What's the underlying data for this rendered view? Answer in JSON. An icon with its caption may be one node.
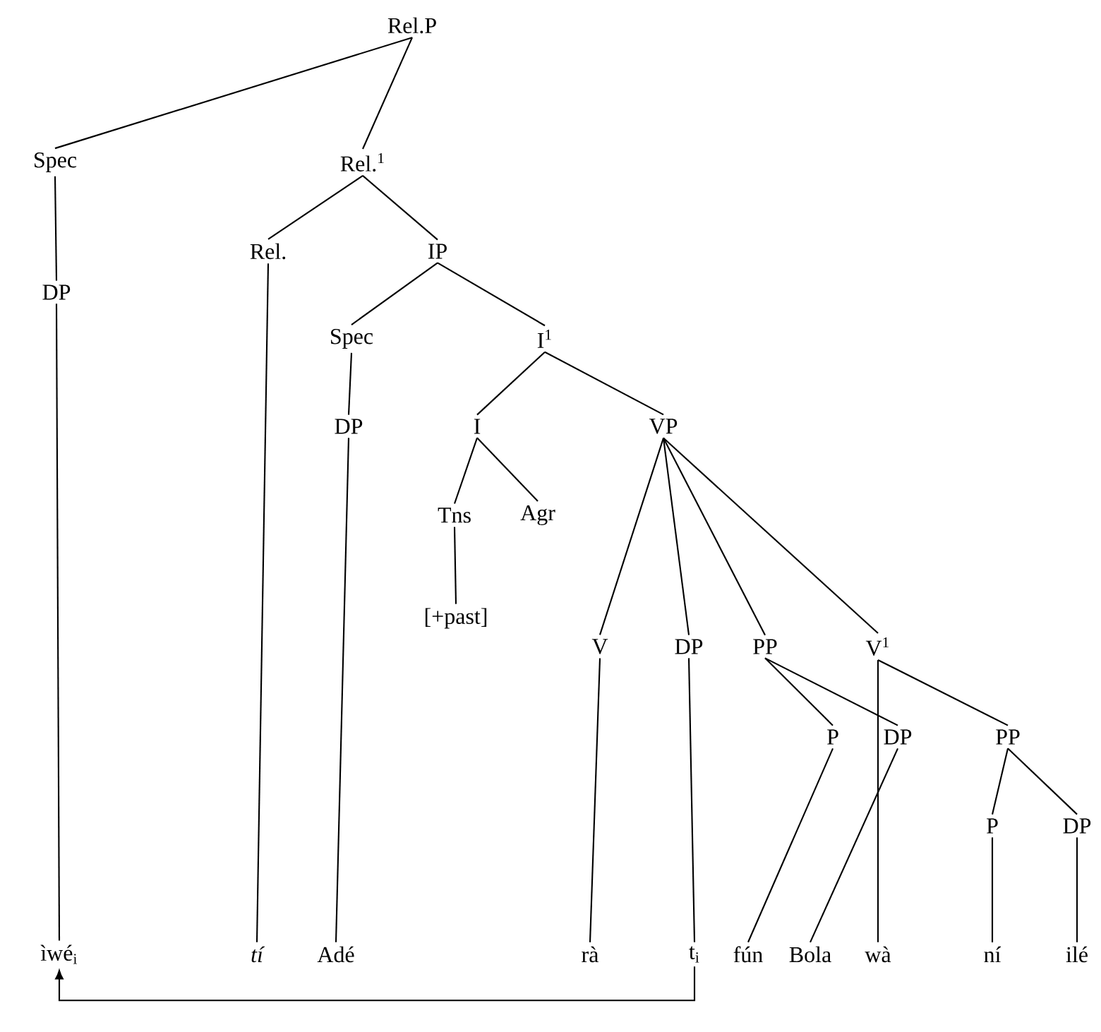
{
  "diagram": {
    "nodes": [
      {
        "text": [
          "Rel.P"
        ]
      },
      {
        "text": [
          "Spec"
        ]
      },
      {
        "text": [
          "Rel.$^{1}$"
        ]
      },
      {
        "text": [
          "Rel."
        ]
      },
      {
        "text": [
          "IP"
        ]
      },
      {
        "text": [
          "DP"
        ]
      },
      {
        "text": [
          "Spec"
        ]
      },
      {
        "text": [
          "I$^{1}$"
        ]
      },
      {
        "text": [
          "DP"
        ]
      },
      {
        "text": [
          "I"
        ]
      },
      {
        "text": [
          "VP"
        ]
      },
      {
        "text": [
          "Tns"
        ]
      },
      {
        "text": [
          "Agr"
        ]
      },
      {
        "text": [
          "V"
        ]
      },
      {
        "text": [
          "DP"
        ]
      },
      {
        "text": [
          "PP"
        ]
      },
      {
        "text": [
          "V$^{1}$"
        ]
      },
      {
        "text": [
          "[+past]"
        ]
      },
      {
        "text": [
          "P"
        ]
      },
      {
        "text": [
          "DP"
        ]
      },
      {
        "text": [
          "PP"
        ]
      },
      {
        "text": [
          "P"
        ]
      },
      {
        "text": [
          "DP"
        ]
      },
      {
        "text": [
          "ìwé$_{i}$"
        ]
      },
      {
        "text": [
          "tí"
        ]
      },
      {
        "text": [
          "Adé"
        ]
      },
      {
        "text": [
          "rà"
        ]
      },
      {
        "text": [
          "t$_{i}$"
        ]
      },
      {
        "text": [
          "fún"
        ]
      },
      {
        "text": [
          "Bola"
        ]
      },
      {
        "text": [
          "wà"
        ]
      },
      {
        "text": [
          "ní"
        ]
      },
      {
        "text": [
          "ilé"
        ]
      }
    ],
    "edges": [
      {
        "from": 0,
        "to": 1,
        "arrow": "none"
      },
      {
        "from": 0,
        "to": 2,
        "arrow": "none"
      },
      {
        "from": 1,
        "to": 5,
        "arrow": "none"
      },
      {
        "from": 5,
        "to": 23,
        "arrow": "none"
      },
      {
        "from": 2,
        "to": 3,
        "arrow": "none"
      },
      {
        "from": 2,
        "to": 4,
        "arrow": "none"
      },
      {
        "from": 3,
        "to": 24,
        "arrow": "none"
      },
      {
        "from": 4,
        "to": 6,
        "arrow": "none"
      },
      {
        "from": 4,
        "to": 7,
        "arrow": "none"
      },
      {
        "from": 6,
        "to": 8,
        "arrow": "none"
      },
      {
        "from": 8,
        "to": 25,
        "arrow": "none"
      },
      {
        "from": 7,
        "to": 9,
        "arrow": "none"
      },
      {
        "from": 7,
        "to": 10,
        "arrow": "none"
      },
      {
        "from": 9,
        "to": 11,
        "arrow": "none"
      },
      {
        "from": 9,
        "to": 12,
        "arrow": "none"
      },
      {
        "from": 11,
        "to": 17,
        "arrow": "none"
      },
      {
        "from": 10,
        "to": 13,
        "arrow": "none"
      },
      {
        "from": 10,
        "to": 14,
        "arrow": "none"
      },
      {
        "from": 10,
        "to": 15,
        "arrow": "none"
      },
      {
        "from": 10,
        "to": 16,
        "arrow": "none"
      },
      {
        "from": 13,
        "to": 26,
        "arrow": "none"
      },
      {
        "from": 14,
        "to": 27,
        "arrow": "none"
      },
      {
        "from": 15,
        "to": 18,
        "arrow": "none"
      },
      {
        "from": 15,
        "to": 19,
        "arrow": "none"
      },
      {
        "from": 18,
        "to": 28,
        "arrow": "none"
      },
      {
        "from": 19,
        "to": 29,
        "arrow": "none"
      },
      {
        "from": 16,
        "to": 30,
        "arrow": "none"
      },
      {
        "from": 16,
        "to": 20,
        "arrow": "none"
      },
      {
        "from": 20,
        "to": 21,
        "arrow": "none"
      },
      {
        "from": 20,
        "to": 22,
        "arrow": "none"
      },
      {
        "from": 21,
        "to": 31,
        "arrow": "none"
      },
      {
        "from": 22,
        "to": 32,
        "arrow": "none"
      },
      {
        "from": 27,
        "to": 23,
        "arrow": "to"
      }
    ]
  }
}
